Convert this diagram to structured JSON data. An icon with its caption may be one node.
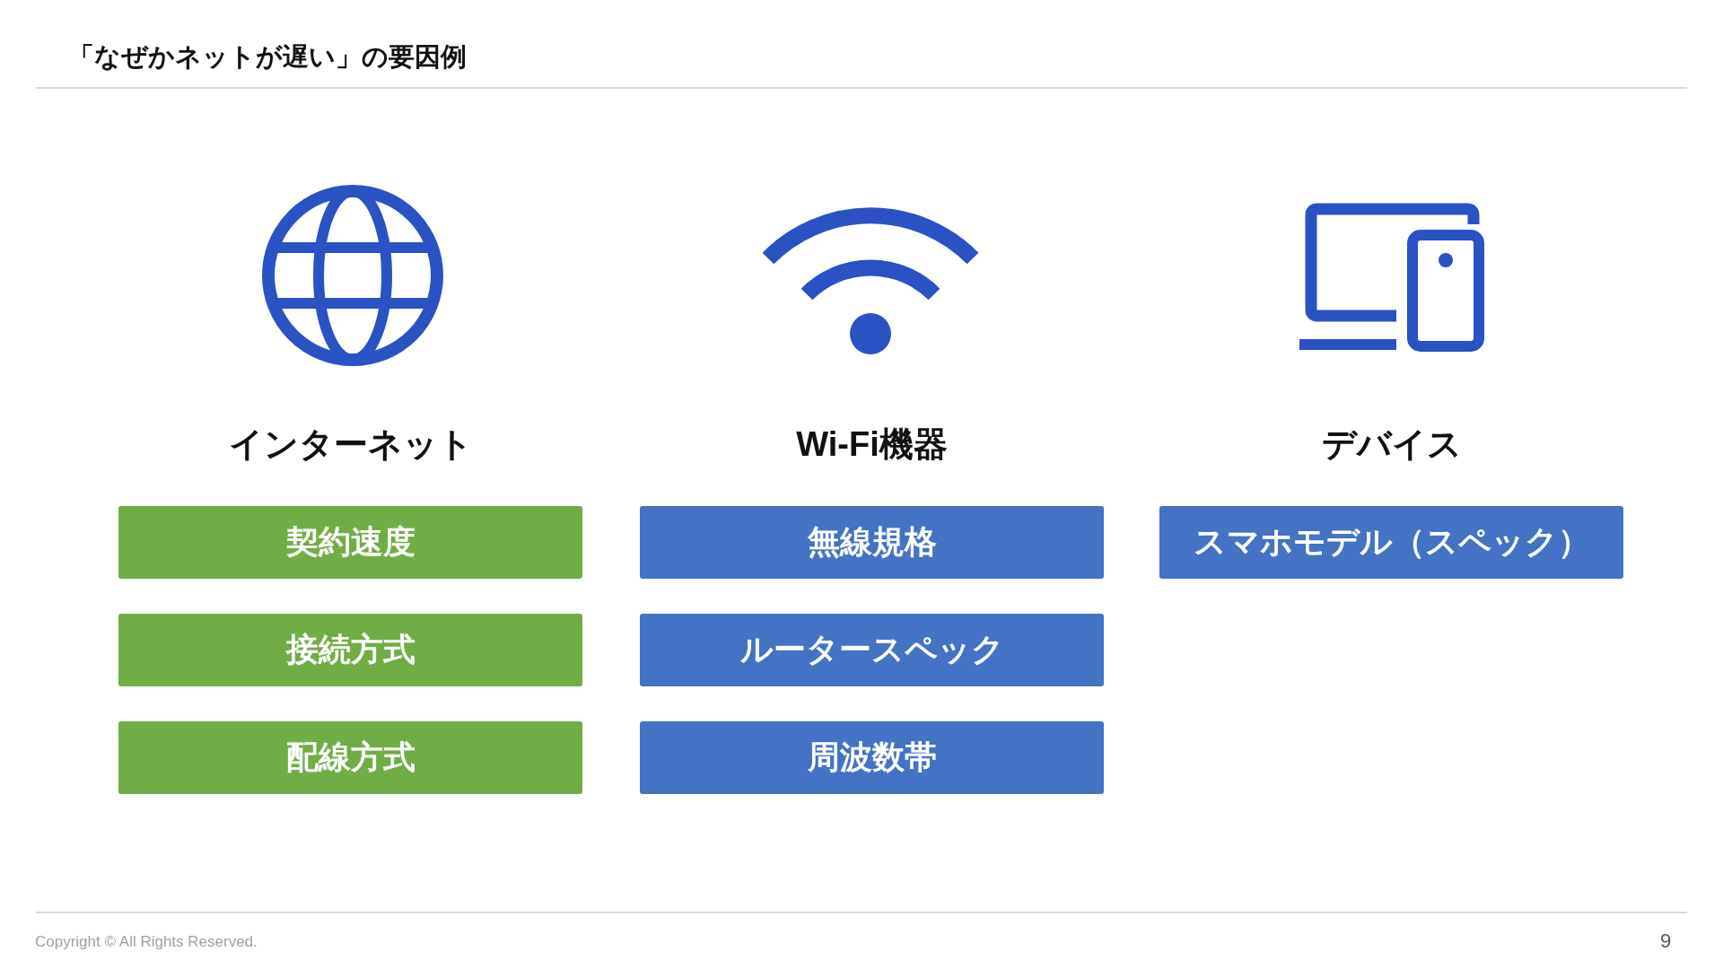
{
  "diagram": {
    "title": "「なぜかネットが遅い」の要因例",
    "nodes": [
      {
        "text": [
          "契約速度"
        ]
      },
      {
        "text": [
          "接続方式"
        ]
      },
      {
        "text": [
          "配線方式"
        ]
      },
      {
        "text": [
          "無線規格"
        ]
      },
      {
        "text": [
          "ルータースペック"
        ]
      },
      {
        "text": [
          "周波数帯"
        ]
      },
      {
        "text": [
          "スマホモデル（スペック）"
        ]
      }
    ],
    "edges": [],
    "labels": [
      "インターネット",
      "Wi-Fi機器",
      "デバイス",
      "Copyright © All Rights Reserved.",
      "9"
    ]
  }
}
